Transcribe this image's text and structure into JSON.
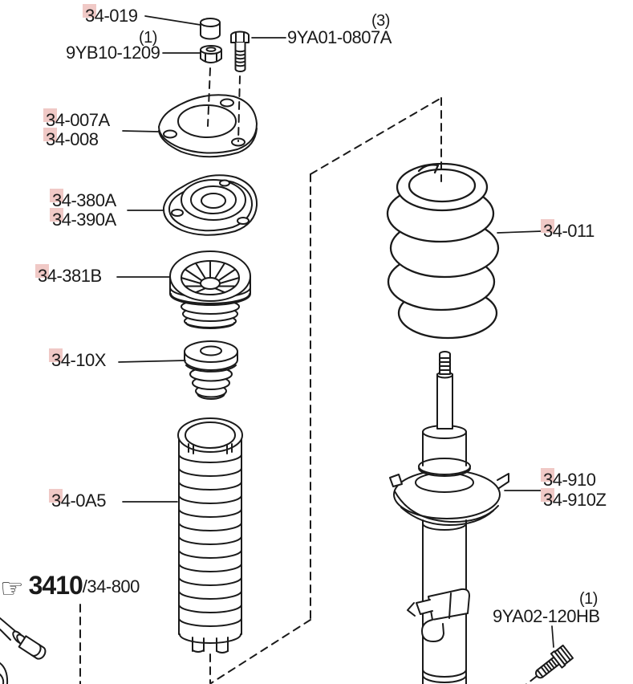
{
  "diagram_title": "front-strut-and-coil-spring-exploded-parts-diagram",
  "colors": {
    "line": "#1a1a1a",
    "highlight": "#f0c9c6",
    "background": "#ffffff"
  },
  "icons": {
    "pointing_hand": "☞"
  },
  "labels": {
    "cap": {
      "part_no": "34-019"
    },
    "nut": {
      "qty": "(1)",
      "part_no": "9YB10-1209"
    },
    "upper_bolt": {
      "qty": "(3)",
      "part_no": "9YA01-0807A"
    },
    "mount_plate": {
      "part_no_a": "34-007A",
      "part_no_b": "34-008"
    },
    "upper_mount": {
      "part_no_a": "34-380A",
      "part_no_b": "34-390A"
    },
    "bearing_seat": {
      "part_no": "34-381B"
    },
    "bump_stop": {
      "part_no": "34-10X"
    },
    "dust_boot": {
      "part_no": "34-0A5"
    },
    "coil_spring": {
      "part_no": "34-011"
    },
    "strut": {
      "part_no_a": "34-910",
      "part_no_b": "34-910Z"
    },
    "lower_bolt": {
      "qty": "(1)",
      "part_no": "9YA02-120HB"
    },
    "reference": {
      "section": "3410",
      "suffix": "/34-800"
    }
  }
}
